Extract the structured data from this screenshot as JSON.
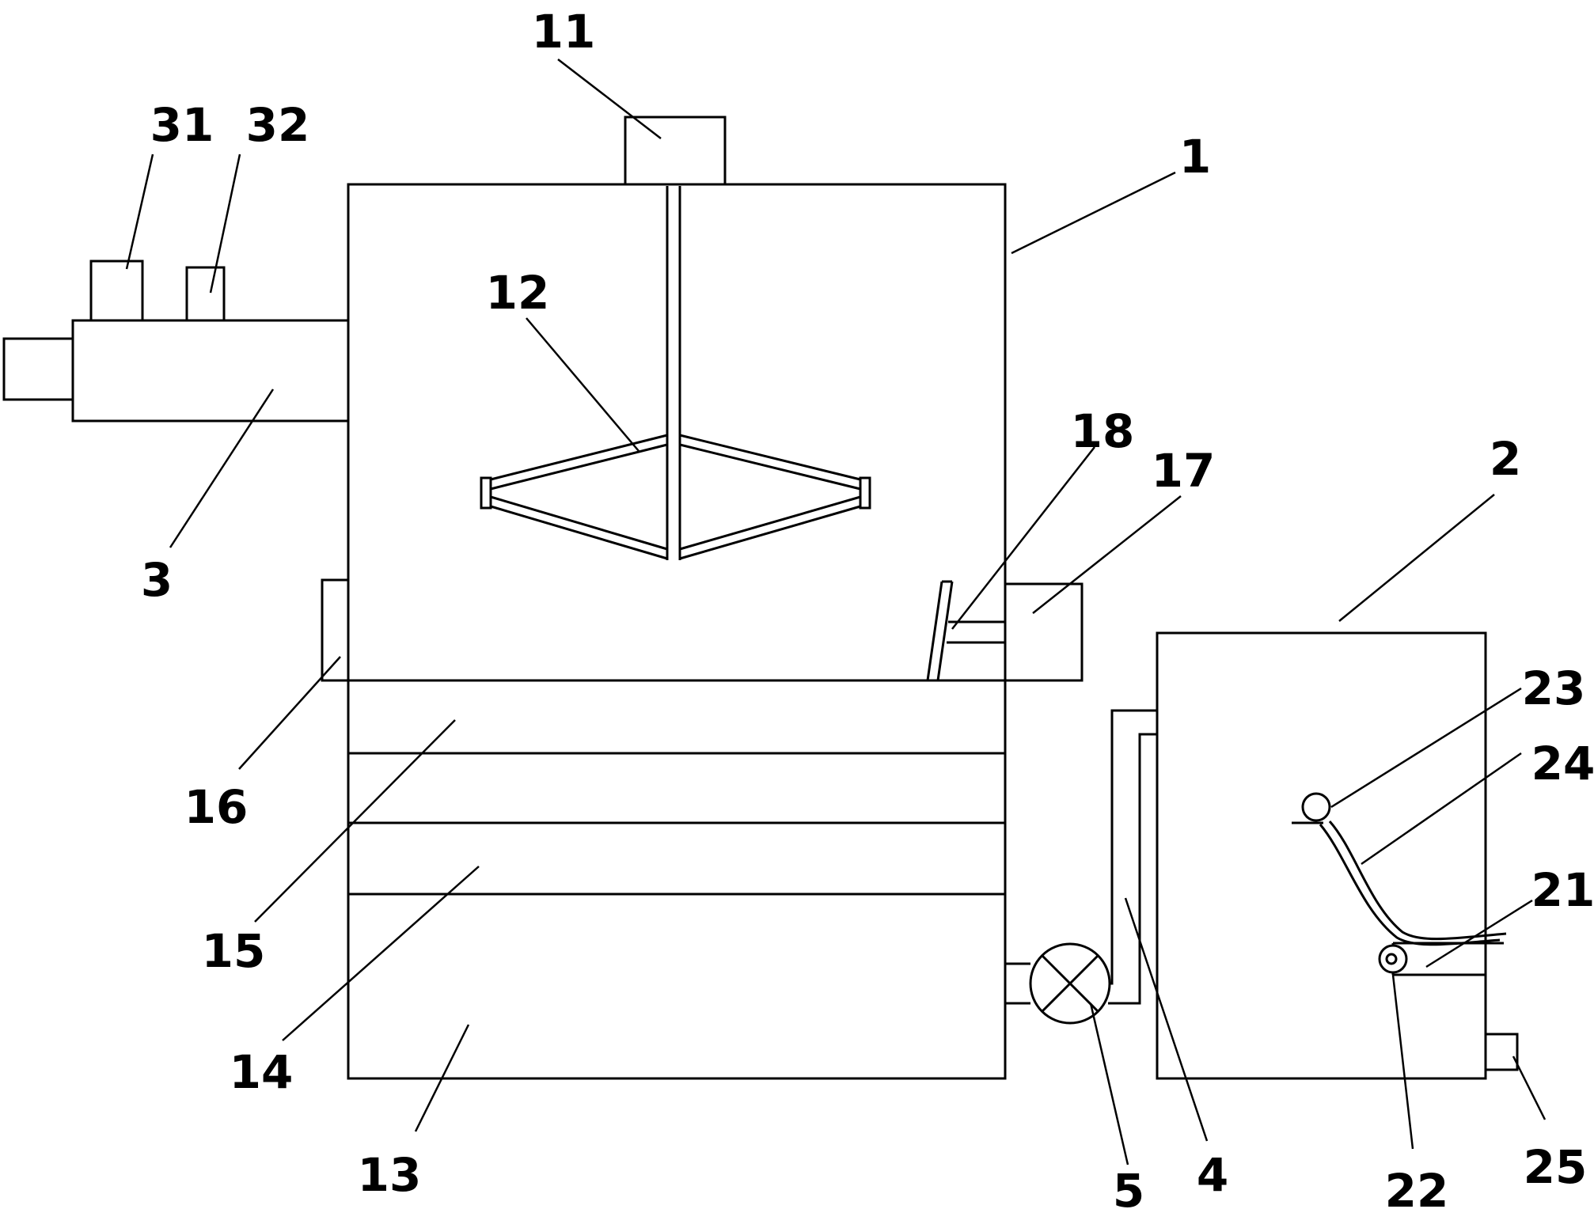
{
  "labels": {
    "l1": "1",
    "l2": "2",
    "l3": "3",
    "l4": "4",
    "l5": "5",
    "l11": "11",
    "l12": "12",
    "l13": "13",
    "l14": "14",
    "l15": "15",
    "l16": "16",
    "l17": "17",
    "l18": "18",
    "l21": "21",
    "l22": "22",
    "l23": "23",
    "l24": "24",
    "l25": "25",
    "l31": "31",
    "l32": "32"
  }
}
